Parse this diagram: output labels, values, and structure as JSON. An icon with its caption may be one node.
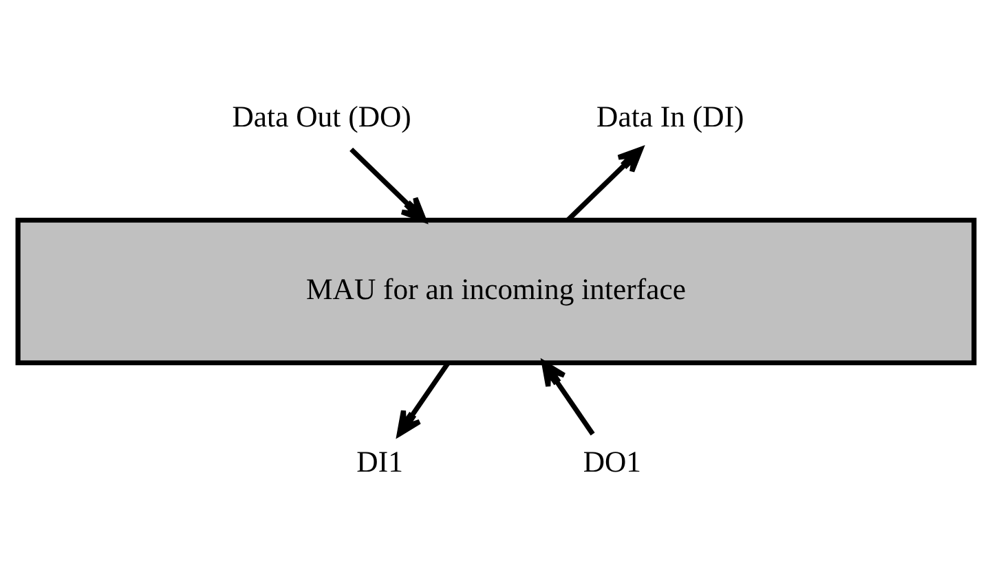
{
  "diagram": {
    "nodes": [
      {
        "text": [
          "Data Out (DO)"
        ]
      },
      {
        "text": [
          "Data In (DI)"
        ]
      },
      {
        "text": [
          "MAU for an incoming interface"
        ]
      },
      {
        "text": [
          "DI1"
        ]
      },
      {
        "text": [
          "DO1"
        ]
      }
    ],
    "edges": [
      {
        "from": 0,
        "to": 2,
        "arrow": "to"
      },
      {
        "from": 2,
        "to": 1,
        "arrow": "to"
      },
      {
        "from": 2,
        "to": 3,
        "arrow": "to"
      },
      {
        "from": 4,
        "to": 2,
        "arrow": "to"
      }
    ]
  }
}
